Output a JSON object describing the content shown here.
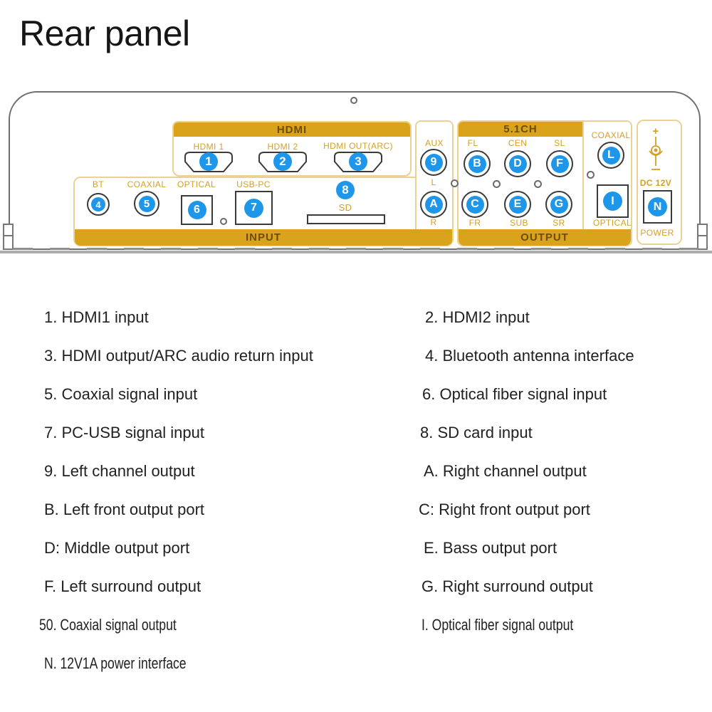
{
  "title": "Rear panel",
  "panel": {
    "hdmi": {
      "header": "HDMI",
      "ports": [
        {
          "label": "HDMI 1",
          "badge": "1"
        },
        {
          "label": "HDMI 2",
          "badge": "2"
        },
        {
          "label": "HDMI OUT(ARC)",
          "badge": "3"
        }
      ]
    },
    "input": {
      "bar_label": "INPUT",
      "bt": {
        "label": "BT",
        "badge": "4"
      },
      "coaxial": {
        "label": "COAXIAL",
        "badge": "5"
      },
      "optical": {
        "label": "OPTICAL",
        "badge": "6"
      },
      "usb_pc": {
        "label": "USB-PC",
        "badge": "7"
      },
      "sd": {
        "label": "SD",
        "badge": "8"
      }
    },
    "aux": {
      "label": "AUX",
      "left_badge": "9",
      "left_label": "L",
      "right_badge": "A",
      "right_label": "R"
    },
    "output": {
      "header": "5.1CH",
      "bar_label": "OUTPUT",
      "jacks_top": [
        {
          "label": "FL",
          "badge": "B"
        },
        {
          "label": "CEN",
          "badge": "D"
        },
        {
          "label": "SL",
          "badge": "F"
        }
      ],
      "jacks_bottom": [
        {
          "label": "FR",
          "badge": "C"
        },
        {
          "label": "SUB",
          "badge": "E"
        },
        {
          "label": "SR",
          "badge": "G"
        }
      ],
      "coaxial": {
        "label": "COAXIAL",
        "badge": "L"
      },
      "optical": {
        "label": "OPTICAL",
        "badge": "I"
      }
    },
    "power": {
      "plus": "+",
      "dc_label": "DC 12V",
      "badge": "N",
      "label": "POWER"
    }
  },
  "legend": {
    "left": [
      "1. HDMI1 input",
      "3. HDMI output/ARC audio return input",
      "5. Coaxial signal input",
      "7. PC-USB signal input",
      "9. Left channel output",
      "B. Left front output port",
      "D: Middle output port",
      "F. Left surround output",
      "50. Coaxial signal output",
      "N. 12V1A power interface"
    ],
    "right": [
      "2. HDMI2 input",
      "4. Bluetooth antenna interface",
      "6. Optical fiber signal input",
      "8. SD card input",
      "A. Right channel output",
      "C: Right front output port",
      "E. Bass output port",
      "G. Right surround output",
      "I. Optical fiber signal output"
    ]
  },
  "colors": {
    "gold_bar": "#D9A41B",
    "gold_outline": "#EBD193",
    "gold_label_text": "#D3A027",
    "bar_text": "#6D4D02",
    "badge_blue": "#1E96EA",
    "port_outline": "#3A3A3A",
    "chassis_outline": "#6F6F6F"
  }
}
